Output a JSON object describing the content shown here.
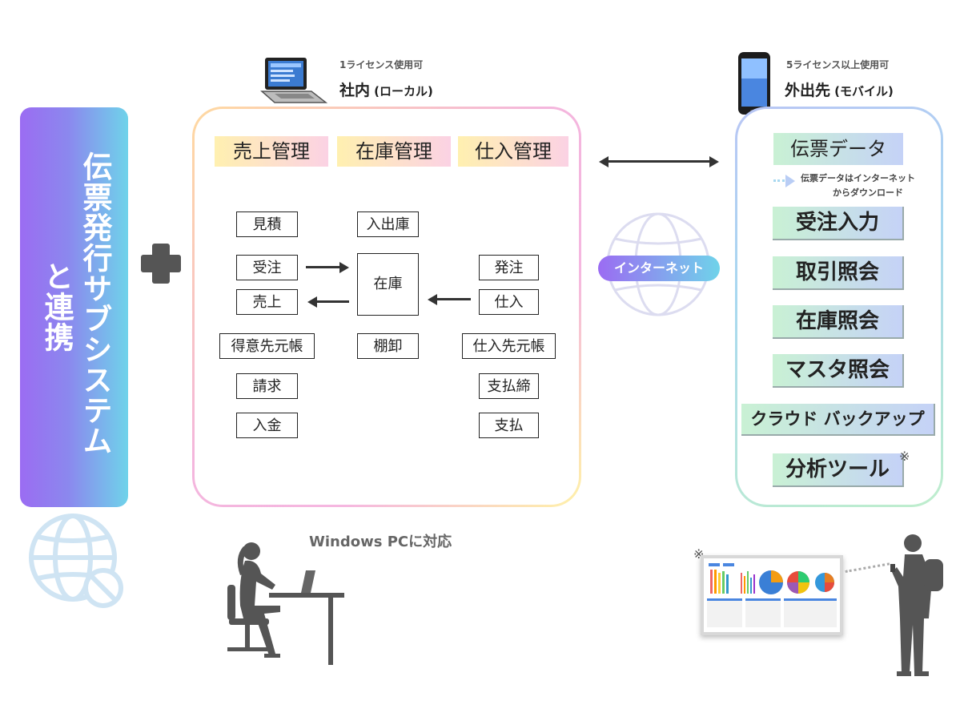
{
  "banner": {
    "line1": "伝票発行サブシステム",
    "line2": "と連携"
  },
  "local": {
    "license": "1ライセンス使用可",
    "title": "社内",
    "title_paren": "(ローカル)",
    "categories": [
      "売上管理",
      "在庫管理",
      "仕入管理"
    ],
    "sales": [
      "見積",
      "受注",
      "売上",
      "得意先元帳",
      "請求",
      "入金"
    ],
    "stock": [
      "入出庫",
      "在庫",
      "棚卸"
    ],
    "purchase": [
      "発注",
      "仕入",
      "仕入先元帳",
      "支払締",
      "支払"
    ],
    "windows_label": "Windows PCに対応"
  },
  "internet_label": "インターネット",
  "mobile": {
    "license": "5ライセンス以上使用可",
    "title": "外出先",
    "title_paren": "(モバイル)",
    "voucher": "伝票データ",
    "download_note_1": "伝票データはインターネット",
    "download_note_2": "からダウンロード",
    "items": [
      "受注入力",
      "取引照会",
      "在庫照会",
      "マスタ照会"
    ],
    "cloud": "クラウド バックアップ",
    "analysis": "分析ツール",
    "note_mark": "※"
  },
  "colors": {
    "banner_start": "#9b6cf2",
    "banner_end": "#6fd3ea",
    "internet_start": "#9b6cf2",
    "internet_end": "#6fd3ea"
  }
}
